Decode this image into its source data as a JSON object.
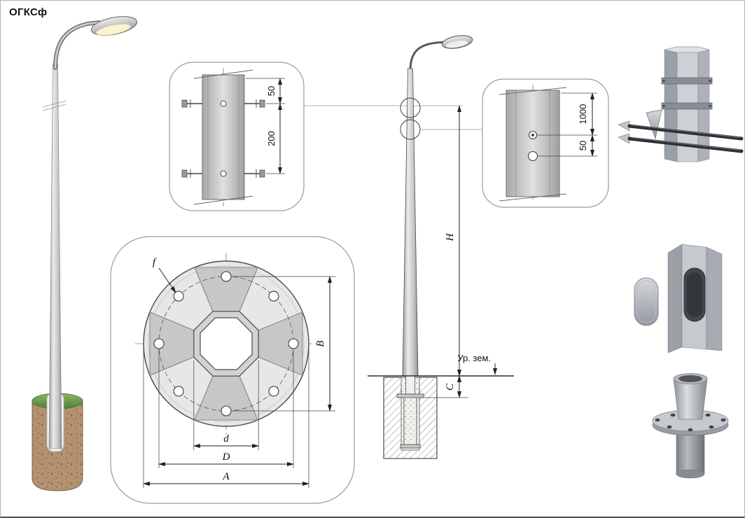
{
  "title": "ОГКСф",
  "top_detail": {
    "dim_top_offset": "50",
    "dim_clamp_spacing": "200"
  },
  "right_detail": {
    "dim_hole_height": "1000",
    "dim_hole_spacing": "50"
  },
  "flange_detail": {
    "hole_diameter_label": "f",
    "dim_bolt_span": "B",
    "dim_inner_width": "d",
    "dim_bolt_circle": "D",
    "dim_outer_width": "A"
  },
  "elevation": {
    "dim_total_height": "H",
    "dim_embedment": "С",
    "ground_level_label": "Ур. зем."
  },
  "colors": {
    "outline": "#333333",
    "metal_light": "#d9d9d9",
    "metal_dark": "#8c8c8c",
    "soil": "#b29270",
    "grass": "#6f9f4e",
    "lamp_glow": "#fbf3cf",
    "rod_dark": "#2c2f33"
  }
}
